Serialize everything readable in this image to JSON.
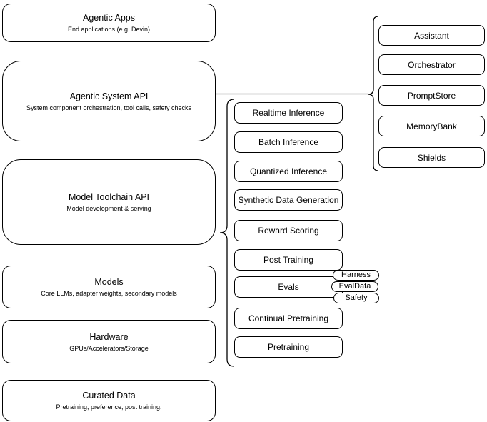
{
  "left_stack": [
    {
      "title": "Agentic Apps",
      "subtitle": "End applications (e.g. Devin)"
    },
    {
      "title": "Agentic System API",
      "subtitle": "System component orchestration, tool calls, safety checks"
    },
    {
      "title": "Model Toolchain API",
      "subtitle": "Model development & serving"
    },
    {
      "title": "Models",
      "subtitle": "Core LLMs, adapter weights, secondary models"
    },
    {
      "title": "Hardware",
      "subtitle": "GPUs/Accelerators/Storage"
    },
    {
      "title": "Curated Data",
      "subtitle": "Pretraining, preference, post training."
    }
  ],
  "toolchain_items": [
    "Realtime Inference",
    "Batch Inference",
    "Quantized Inference",
    "Synthetic Data Generation",
    "Reward Scoring",
    "Post Training",
    "Evals",
    "Continual Pretraining",
    "Pretraining"
  ],
  "eval_tags": [
    "Harness",
    "EvalData",
    "Safety"
  ],
  "system_components": [
    "Assistant",
    "Orchestrator",
    "PromptStore",
    "MemoryBank",
    "Shields"
  ],
  "colors": {
    "shape_stroke": "#000000",
    "shape_fill": "#ffffff",
    "connector": "#595959"
  }
}
